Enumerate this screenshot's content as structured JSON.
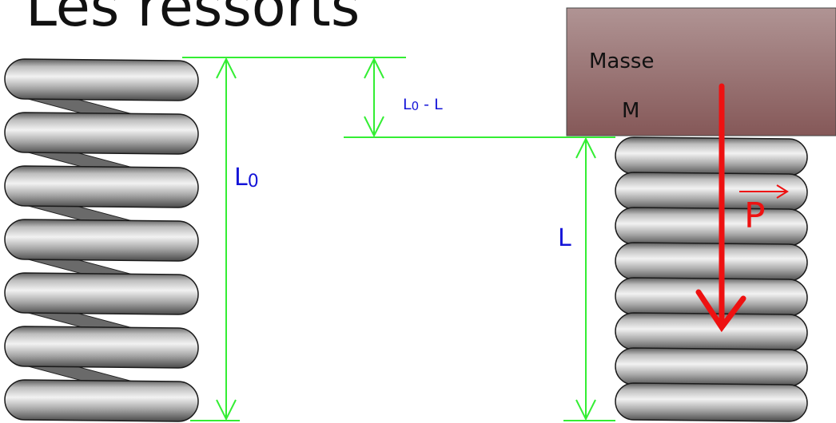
{
  "title": "Les ressorts",
  "labels": {
    "natural_length": "L",
    "natural_length_sub": "0",
    "compressed_length": "L",
    "compression_prefix": "L",
    "compression_sub": "0",
    "compression_suffix": " - L",
    "mass_line1": "Masse",
    "mass_line2": "M",
    "weight": "P"
  },
  "colors": {
    "dimension_line": "#33ee33",
    "label_blue": "#1414d8",
    "weight_arrow": "#ee1111",
    "mass_fill": "#9a6e6e",
    "mass_text": "#111111",
    "coil_dark": "#4a4a4a",
    "coil_light": "#e8e8e8",
    "title_text": "#111111"
  },
  "springs": {
    "free_coils": 7,
    "compressed_coils": 8
  }
}
